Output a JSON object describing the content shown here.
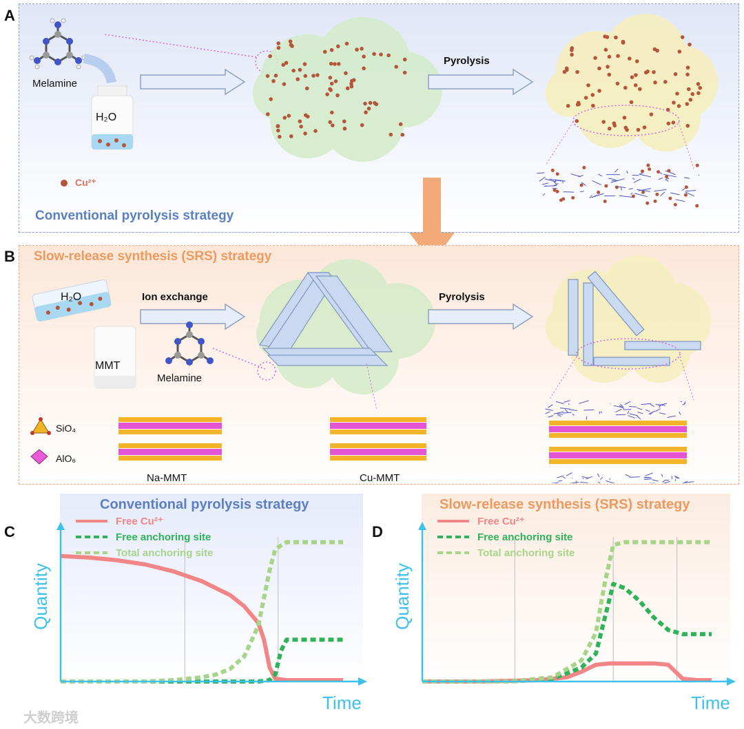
{
  "panelA": {
    "letter": "A",
    "melamine": "Melamine",
    "water": "H₂O",
    "cu_legend": "Cu²⁺",
    "pyrolysis": "Pyrolysis",
    "strategy": "Conventional pyrolysis strategy"
  },
  "panelB": {
    "letter": "B",
    "strategy": "Slow-release synthesis (SRS) strategy",
    "water": "H₂O",
    "mmt": "MMT",
    "ion_exchange": "Ion exchange",
    "melamine": "Melamine",
    "pyrolysis": "Pyrolysis",
    "sio4": "SiO₄",
    "alo6": "AlO₆",
    "na_mmt": "Na-MMT",
    "cu_mmt": "Cu-MMT"
  },
  "colors": {
    "free_cu": "#f28585",
    "free_anchoring": "#2fb35a",
    "total_anchoring": "#a8d48a",
    "axis": "#3cc1ea",
    "blue_title": "#5b7fc3",
    "orange_title": "#ee9a5f"
  },
  "chart_data": [
    {
      "panel": "C",
      "type": "line",
      "title": "Conventional pyrolysis strategy",
      "xlabel": "Time",
      "ylabel": "Quantity",
      "legend": [
        "Free Cu²⁺",
        "Free anchoring site",
        "Total anchoring site"
      ],
      "series": [
        {
          "name": "Free Cu²⁺",
          "x": [
            0,
            0.1,
            0.2,
            0.3,
            0.4,
            0.5,
            0.6,
            0.65,
            0.7,
            0.72,
            0.74,
            0.76,
            0.8,
            0.9,
            1.0
          ],
          "y": [
            0.9,
            0.89,
            0.87,
            0.84,
            0.79,
            0.72,
            0.62,
            0.54,
            0.42,
            0.3,
            0.1,
            0.02,
            0.01,
            0.01,
            0.01
          ]
        },
        {
          "name": "Free anchoring site",
          "x": [
            0,
            0.2,
            0.4,
            0.6,
            0.7,
            0.74,
            0.76,
            0.78,
            0.8,
            0.85,
            0.9,
            1.0
          ],
          "y": [
            0,
            0,
            0,
            0,
            0,
            0.01,
            0.05,
            0.22,
            0.3,
            0.3,
            0.3,
            0.3
          ]
        },
        {
          "name": "Total anchoring site",
          "x": [
            0,
            0.3,
            0.4,
            0.5,
            0.55,
            0.6,
            0.65,
            0.7,
            0.74,
            0.76,
            0.8,
            0.9,
            1.0
          ],
          "y": [
            0,
            0,
            0.01,
            0.03,
            0.05,
            0.09,
            0.18,
            0.4,
            0.8,
            0.95,
            1.0,
            1.0,
            1.0
          ]
        }
      ]
    },
    {
      "panel": "D",
      "type": "line",
      "title": "Slow-release synthesis (SRS) strategy",
      "xlabel": "Time",
      "ylabel": "Quantity",
      "legend": [
        "Free Cu²⁺",
        "Free anchoring site",
        "Total anchoring site"
      ],
      "series": [
        {
          "name": "Free Cu²⁺",
          "x": [
            0,
            0.2,
            0.4,
            0.5,
            0.55,
            0.6,
            0.65,
            0.7,
            0.8,
            0.85,
            0.9,
            0.95,
            1.0
          ],
          "y": [
            0,
            0,
            0.01,
            0.03,
            0.07,
            0.12,
            0.13,
            0.13,
            0.13,
            0.12,
            0.02,
            0.01,
            0.01
          ]
        },
        {
          "name": "Free anchoring site",
          "x": [
            0,
            0.3,
            0.45,
            0.55,
            0.6,
            0.63,
            0.66,
            0.7,
            0.75,
            0.8,
            0.85,
            0.9,
            1.0
          ],
          "y": [
            0,
            0,
            0.02,
            0.1,
            0.2,
            0.45,
            0.7,
            0.67,
            0.58,
            0.46,
            0.37,
            0.34,
            0.34
          ]
        },
        {
          "name": "Total anchoring site",
          "x": [
            0,
            0.3,
            0.45,
            0.55,
            0.6,
            0.63,
            0.66,
            0.7,
            0.8,
            0.9,
            1.0
          ],
          "y": [
            0,
            0,
            0.03,
            0.15,
            0.35,
            0.7,
            0.98,
            1.0,
            1.0,
            1.0,
            1.0
          ]
        }
      ]
    }
  ],
  "watermark": "大数跨境"
}
